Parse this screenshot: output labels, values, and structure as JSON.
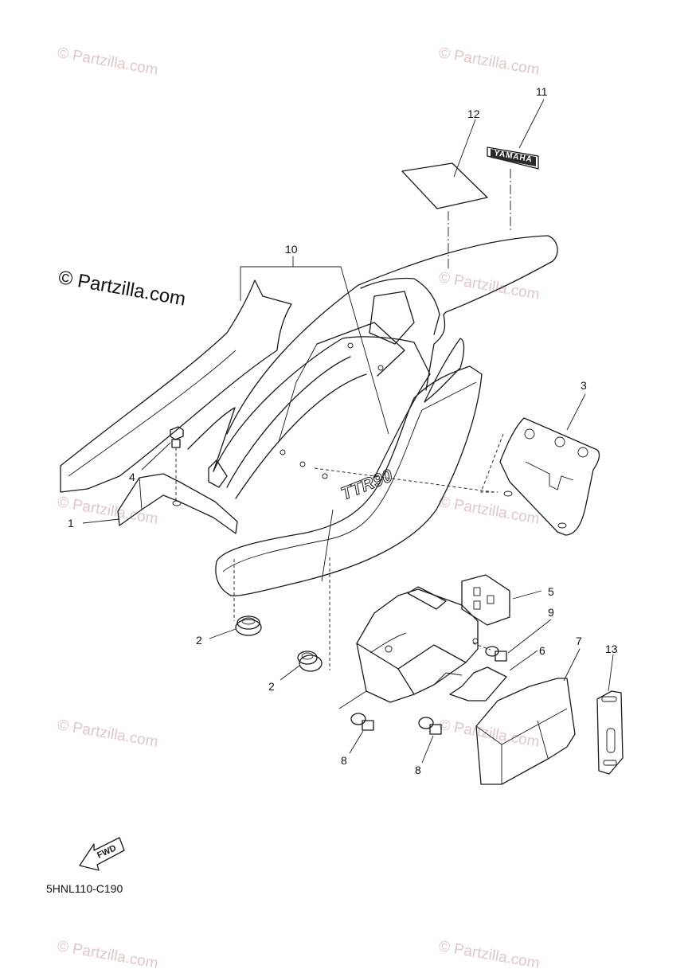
{
  "watermarks": {
    "main": "© Partzilla.com",
    "faint": "© Partzilla.com"
  },
  "callouts": [
    "1",
    "2",
    "2",
    "3",
    "4",
    "5",
    "6",
    "7",
    "8",
    "8",
    "9",
    "10",
    "11",
    "12",
    "13"
  ],
  "fwd_label": "FWD",
  "tank_logo": "TTR90",
  "decal_logo": "YAMAHA",
  "diagram_code": "5HNL110-C190"
}
